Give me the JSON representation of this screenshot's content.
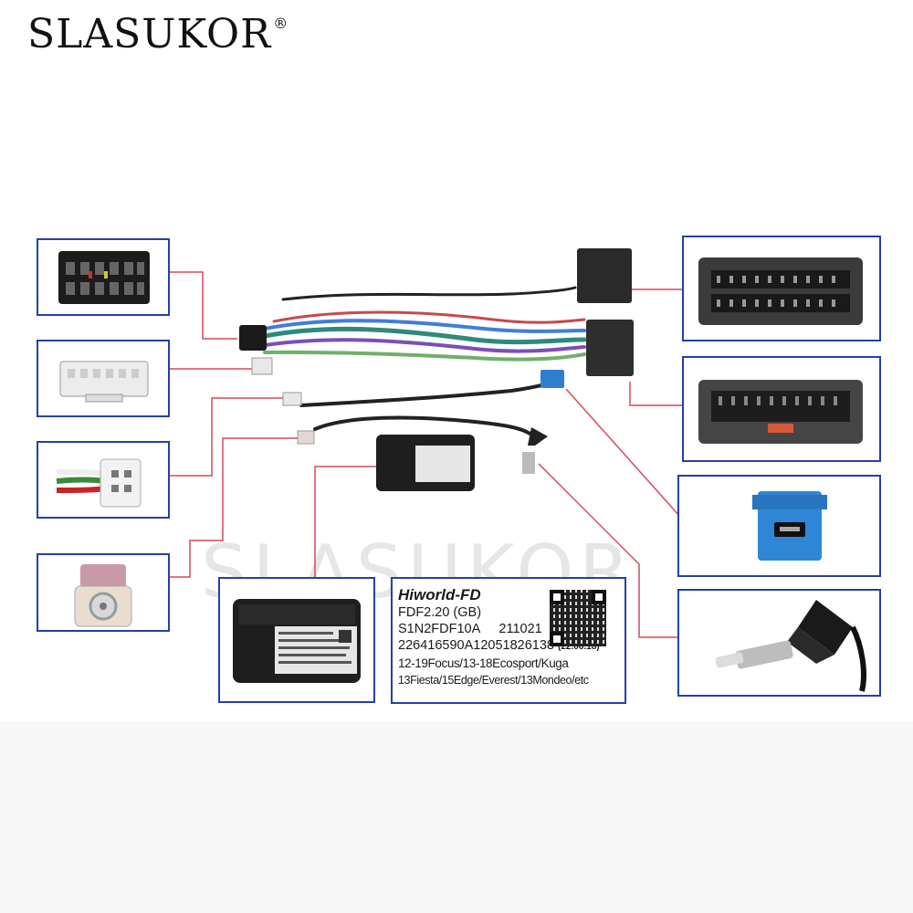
{
  "brand": {
    "name": "SLASUKOR",
    "mark": "®"
  },
  "watermark": "SLASUKOR",
  "module_label": {
    "title": "Hiworld-FD",
    "line1": "FDF2.20 (GB)",
    "line2_code": "S1N2FDF10A",
    "line2_num": "211021",
    "line3_code": "226416590A12051826138",
    "line3_date": "(22.06.18)",
    "line4": "12-19Focus/13-18Ecosport/Kuga",
    "line5": "13Fiesta/15Edge/Everest/13Mondeo/etc"
  },
  "colors": {
    "frame": "#2340a8",
    "leader": "#d9475e"
  },
  "icons": [
    "connector-16pin-icon",
    "white-socket-icon",
    "plug-cable-icon",
    "fakra-icon",
    "canbus-box-icon",
    "ford-connector-icon",
    "usb-port-icon",
    "antenna-plug-icon"
  ]
}
